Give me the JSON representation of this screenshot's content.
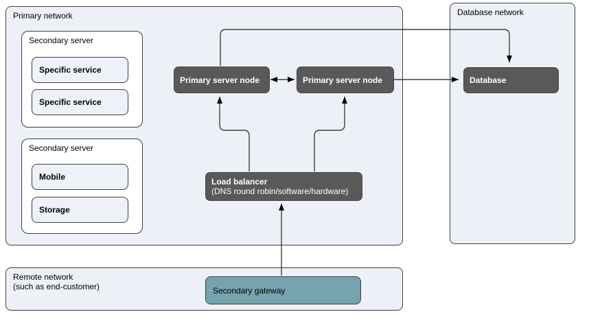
{
  "containers": {
    "primary_network": {
      "label": "Primary network"
    },
    "database_network": {
      "label": "Database network"
    },
    "remote_network": {
      "label_line1": "Remote network",
      "label_line2": "(such as end-customer)"
    }
  },
  "groups": {
    "secondary_server_1": {
      "label": "Secondary server",
      "items": [
        "Specific service",
        "Specific service"
      ]
    },
    "secondary_server_2": {
      "label": "Secondary server",
      "items": [
        "Mobile",
        "Storage"
      ]
    }
  },
  "nodes": {
    "primary_node_left": "Primary server node",
    "primary_node_right": "Primary server node",
    "database": "Database",
    "load_balancer_line1": "Load balancer",
    "load_balancer_line2": "(DNS round robin/software/hardware)",
    "secondary_gateway": "Secondary gateway"
  },
  "colors": {
    "container_fill": "#edf1f7",
    "container_border": "#3c3c3c",
    "light_box_fill": "#eef2f8",
    "node_fill": "#595959",
    "node_text": "#ffffff",
    "gateway_fill": "#75a4ae",
    "line": "#3f3f3f"
  }
}
